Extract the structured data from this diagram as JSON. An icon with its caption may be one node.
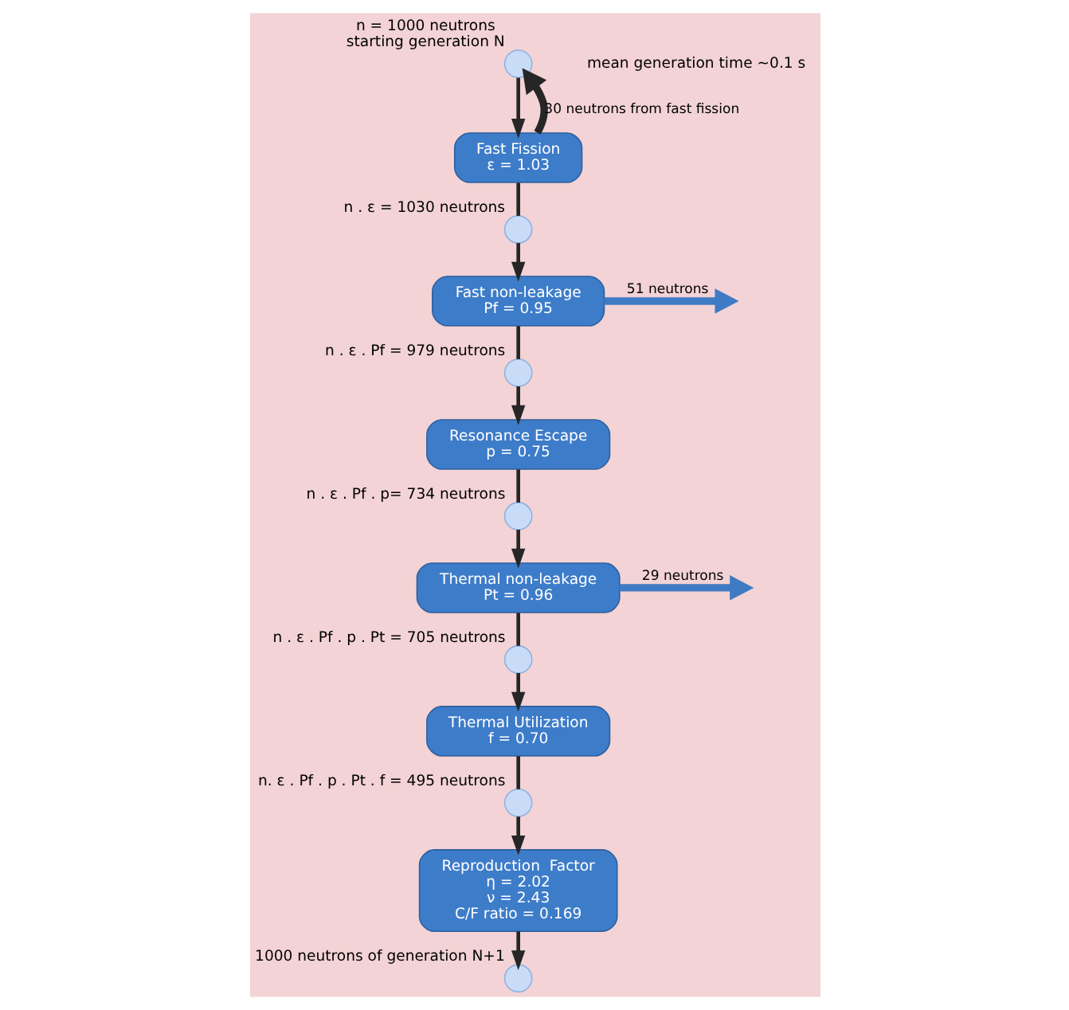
{
  "diagram": {
    "nodes": [
      {
        "text": [],
        "shape": "circle",
        "beside": [
          "1000 neutrons of generation N+1"
        ]
      },
      {
        "text": [],
        "shape": "circle",
        "beside": [
          "n = 1000 neutrons",
          "starting generation N"
        ]
      },
      {
        "text": [
          "Fast Fission",
          "ε = 1.03"
        ]
      },
      {
        "text": [],
        "shape": "circle",
        "beside": [
          "n . ε = 1030 neutrons"
        ]
      },
      {
        "text": [
          "Fast non-leakage",
          "Pf = 0.95"
        ]
      },
      {
        "text": [],
        "shape": "circle",
        "beside": [
          "n . ε . Pf = 979 neutrons"
        ]
      },
      {
        "text": [
          "Resonance Escape",
          "p = 0.75"
        ]
      },
      {
        "text": [],
        "shape": "circle",
        "beside": [
          "n . ε . Pf . p= 734 neutrons"
        ]
      },
      {
        "text": [
          "Thermal non-leakage",
          "Pt = 0.96"
        ]
      },
      {
        "text": [],
        "shape": "circle",
        "beside": [
          "n . ε . Pf . p . Pt = 705 neutrons"
        ]
      },
      {
        "text": [
          "Thermal Utilization",
          "f = 0.70"
        ]
      },
      {
        "text": [],
        "shape": "circle",
        "beside": [
          "n. ε . Pf . p . Pt . f = 495 neutrons"
        ]
      },
      {
        "text": [
          "Reproduction  Factor",
          "η = 2.02",
          "ν = 2.43",
          "C/F ratio = 0.169"
        ]
      }
    ],
    "edges": [
      {
        "from": 1,
        "to": 2,
        "arrow": "to"
      },
      {
        "from": 2,
        "to": 1,
        "arrow": "to",
        "label": "30 neutrons from fast fission",
        "style": "thick"
      },
      {
        "from": 2,
        "to": 3,
        "arrow": "none"
      },
      {
        "from": 3,
        "to": 4,
        "arrow": "to"
      },
      {
        "from": 4,
        "to": null,
        "arrow": "to",
        "label": "51 neutrons",
        "style": "thick",
        "color": "#3f7bc4"
      },
      {
        "from": 4,
        "to": 5,
        "arrow": "none"
      },
      {
        "from": 5,
        "to": 6,
        "arrow": "to"
      },
      {
        "from": 6,
        "to": 7,
        "arrow": "none"
      },
      {
        "from": 7,
        "to": 8,
        "arrow": "to"
      },
      {
        "from": 8,
        "to": null,
        "arrow": "to",
        "label": "29 neutrons",
        "style": "thick",
        "color": "#3f7bc4"
      },
      {
        "from": 8,
        "to": 9,
        "arrow": "none"
      },
      {
        "from": 9,
        "to": 10,
        "arrow": "to"
      },
      {
        "from": 10,
        "to": 11,
        "arrow": "none"
      },
      {
        "from": 11,
        "to": 12,
        "arrow": "to"
      },
      {
        "from": 12,
        "to": 0,
        "arrow": "to"
      }
    ],
    "labels": [
      "mean generation time ~0.1 s"
    ]
  }
}
